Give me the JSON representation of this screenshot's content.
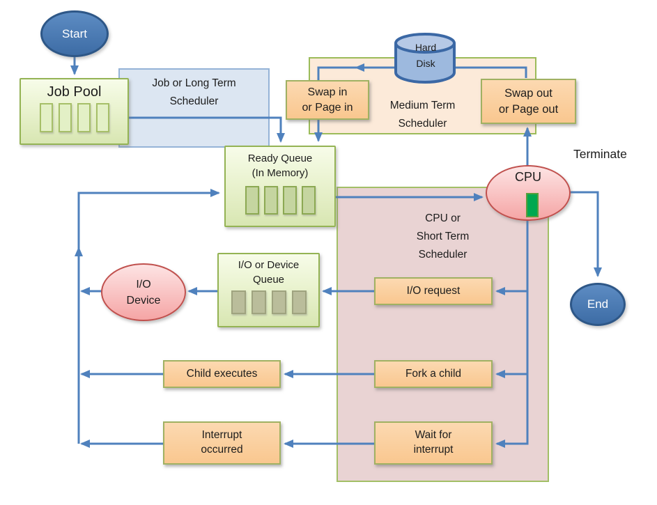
{
  "diagram": {
    "type": "flowchart",
    "subject": "Operating system process scheduling"
  },
  "nodes": {
    "start": {
      "label": "Start"
    },
    "job_pool": {
      "title": "Job Pool",
      "slot_count": 4
    },
    "long_term_scheduler": {
      "line1": "Job or Long Term",
      "line2": "Scheduler"
    },
    "hard_disk": {
      "line1": "Hard",
      "line2": "Disk"
    },
    "swap_in": {
      "line1": "Swap in",
      "line2": "or Page in"
    },
    "medium_term_scheduler": {
      "line1": "Medium Term",
      "line2": "Scheduler"
    },
    "swap_out": {
      "line1": "Swap out",
      "line2": "or Page out"
    },
    "terminate_label": "Terminate",
    "ready_queue": {
      "line1": "Ready Queue",
      "line2": "(In Memory)",
      "slot_count": 4
    },
    "cpu": {
      "label": "CPU"
    },
    "end": {
      "label": "End"
    },
    "short_term_scheduler": {
      "line1": "CPU or",
      "line2": "Short Term",
      "line3": "Scheduler"
    },
    "io_queue": {
      "line1": "I/O or Device",
      "line2": "Queue",
      "slot_count": 4
    },
    "io_device": {
      "line1": "I/O",
      "line2": "Device"
    },
    "io_request": {
      "label": "I/O request"
    },
    "fork_a_child": {
      "label": "Fork a child"
    },
    "child_executes": {
      "label": "Child executes"
    },
    "wait_for_interrupt": {
      "line1": "Wait for",
      "line2": "interrupt"
    },
    "interrupt_occurred": {
      "line1": "Interrupt",
      "line2": "occurred"
    }
  },
  "colors": {
    "connector_blue": "#4f81bd",
    "node_blue_fill": "#3d6ca5",
    "node_blue_border": "#2e5787",
    "queue_green_fill": "#e2eec6",
    "queue_green_border": "#94b354",
    "process_orange_fill": "#fbd0a0",
    "process_orange_border": "#a0b162",
    "scheduler_blue_fill": "#dce6f2",
    "scheduler_peach_fill": "#fcead9",
    "scheduler_pink_fill": "#e9d3d3",
    "ellipse_pink_fill": "#f5a5a5",
    "ellipse_pink_border": "#c0504d",
    "cpu_process_green": "#00a850",
    "hard_disk_fill": "#9db9de"
  }
}
